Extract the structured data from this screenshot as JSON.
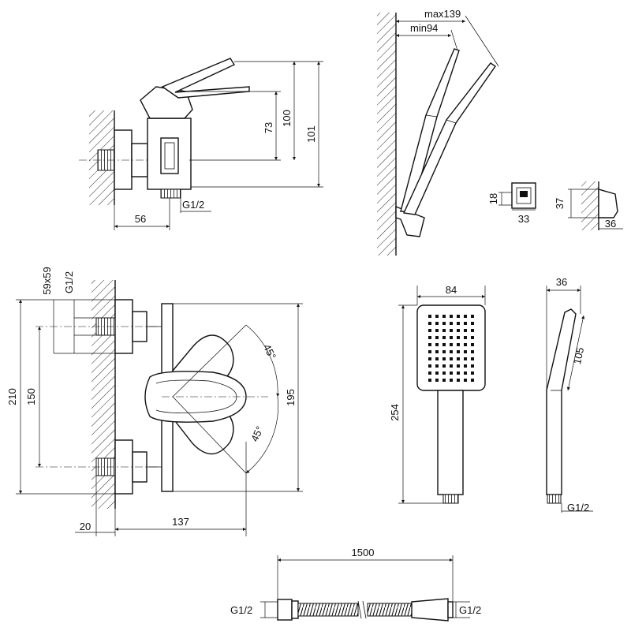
{
  "views": {
    "mixer_side": {
      "name": "mixer side view",
      "dims": {
        "h73": "73",
        "h100": "100",
        "h101": "101",
        "w56": "56",
        "thread": "G1/2"
      }
    },
    "shower_bracket": {
      "name": "shower holder adjustment",
      "dims": {
        "max": "max139",
        "min": "min94"
      }
    },
    "holder_front": {
      "name": "wall holder front",
      "dims": {
        "h": "18",
        "w": "33"
      }
    },
    "holder_side": {
      "name": "wall holder side",
      "dims": {
        "h": "37",
        "w": "36"
      }
    },
    "mixer_front": {
      "name": "mixer front view",
      "dims": {
        "spacing": "59x59",
        "thread": "G1/2",
        "h210": "210",
        "h150": "150",
        "h195": "195",
        "angle_top": "45°",
        "angle_bottom": "45°",
        "w20": "20",
        "w137": "137"
      }
    },
    "hand_shower_front": {
      "name": "hand shower front",
      "dims": {
        "width": "84",
        "length": "254"
      }
    },
    "hand_shower_side": {
      "name": "hand shower side",
      "dims": {
        "width": "36",
        "head": "105",
        "thread": "G1/2"
      }
    },
    "hose": {
      "name": "shower hose",
      "dims": {
        "length": "1500",
        "thread_left": "G1/2",
        "thread_right": "G1/2"
      }
    }
  }
}
